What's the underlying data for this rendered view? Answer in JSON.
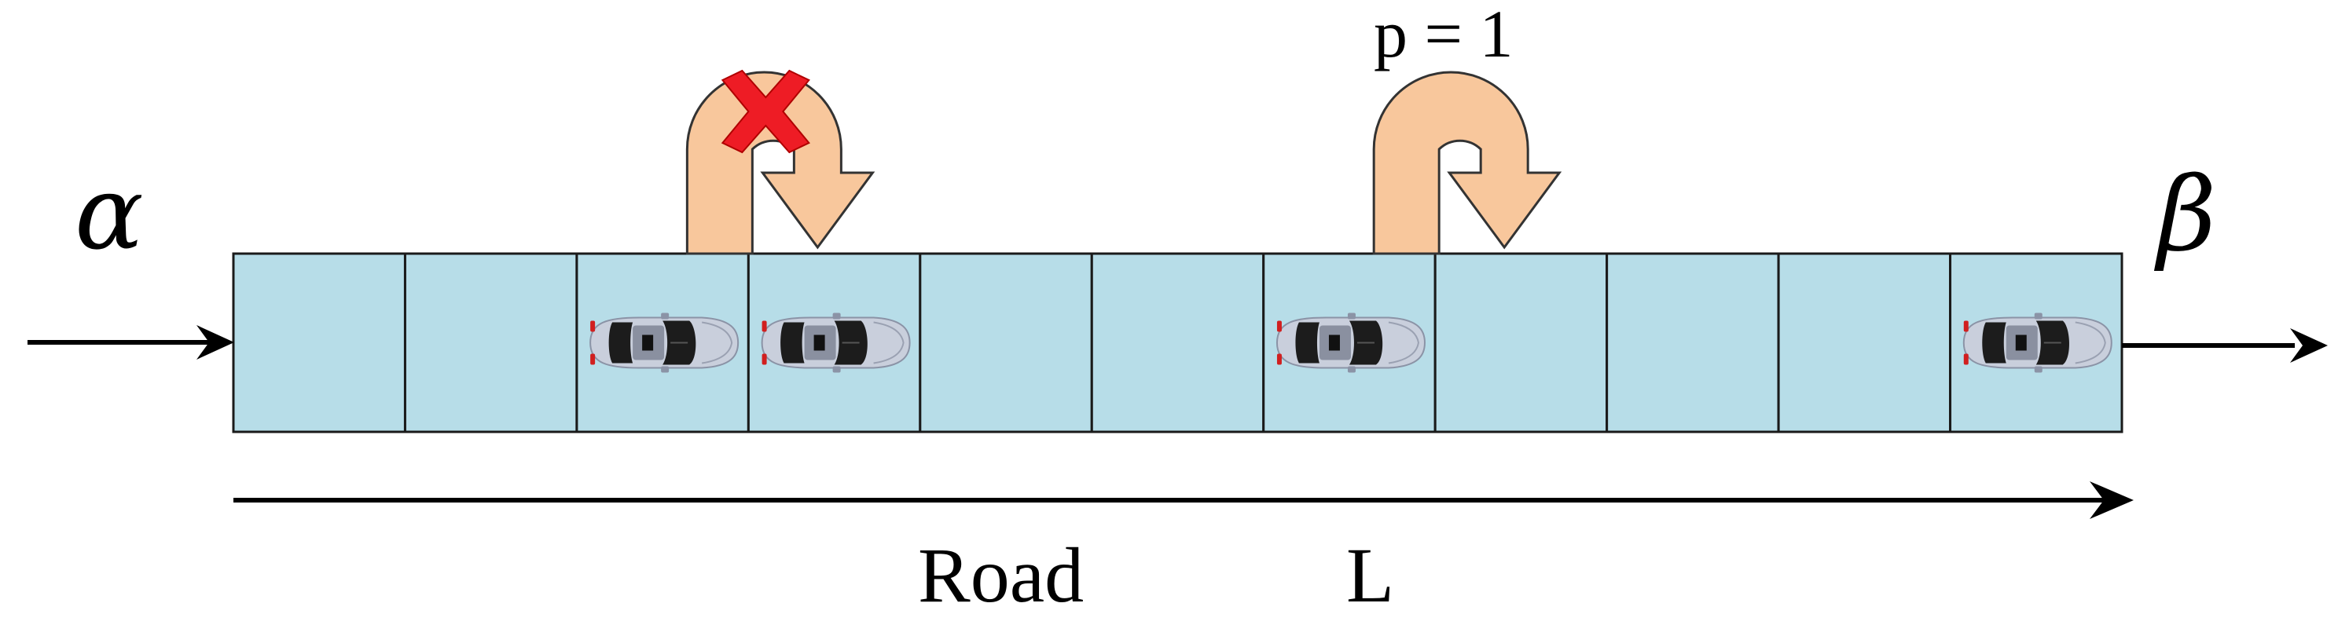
{
  "labels": {
    "alpha": "α",
    "beta": "β",
    "probability": "p = 1",
    "road": "Road",
    "length": "L"
  },
  "lattice": {
    "cell_count": 11,
    "occupied_cells": [
      3,
      4,
      7,
      11
    ],
    "blocked_uturn_cells": [
      3,
      4
    ],
    "allowed_uturn_cells": [
      7,
      8
    ]
  },
  "icons": {
    "car": "car-top-view-icon",
    "uturn": "u-turn-arrow-icon",
    "blocked": "red-x-icon"
  },
  "colors": {
    "cell_fill": "#b7dde8",
    "cell_stroke": "#1a1a1a",
    "uturn_fill": "#f8c79c",
    "uturn_stroke": "#333333",
    "blocked_mark": "#ee1c25",
    "car_body": "#c9cfdc",
    "car_glass": "#1c1c1c",
    "car_light": "#d11f1f",
    "arrow": "#000000"
  }
}
